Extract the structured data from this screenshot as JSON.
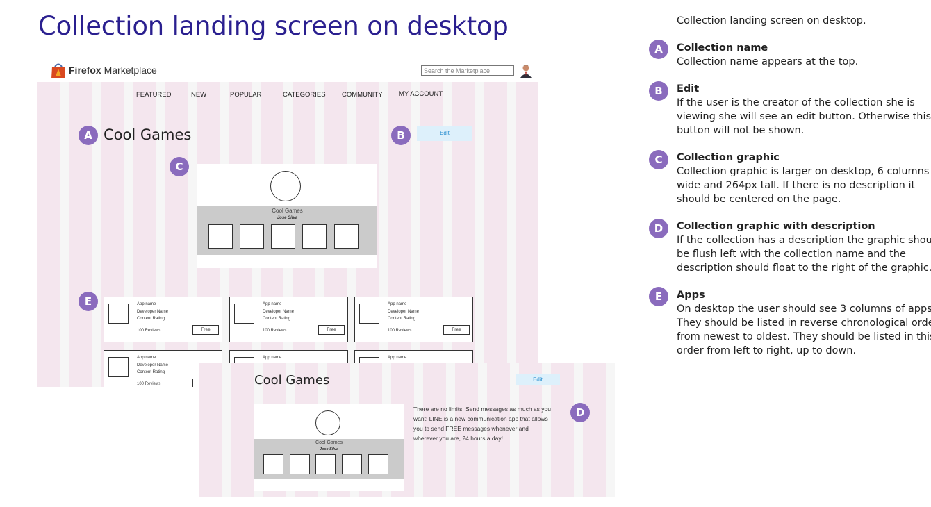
{
  "page_title": "Collection landing screen on desktop",
  "site": {
    "brand_bold": "Firefox",
    "brand_rest": " Marketplace",
    "search_placeholder": "Search the Marketplace"
  },
  "nav": [
    "FEATURED",
    "NEW",
    "POPULAR",
    "CATEGORIES",
    "COMMUNITY",
    "MY ACCOUNT"
  ],
  "collection": {
    "name": "Cool Games",
    "edit_label": "Edit",
    "graphic_title": "Cool Games",
    "graphic_author": "Jose Silva",
    "description": [
      "There are no limits! Send messages as much as you",
      "want! LINE is a new communication app that allows",
      "you to send FREE messages whenever and",
      "wherever you are, 24 hours a day!"
    ]
  },
  "app_card": {
    "name": "App name",
    "developer": "Developer Name",
    "rating": "Content Rating",
    "reviews": "100 Reviews",
    "price": "Free"
  },
  "badges": {
    "a": "A",
    "b": "B",
    "c": "C",
    "d": "D",
    "e": "E"
  },
  "notes": {
    "intro": "Collection landing screen on desktop.",
    "items": [
      {
        "letter": "A",
        "heading": "Collection name",
        "lines": [
          "Collection name appears at the top."
        ]
      },
      {
        "letter": "B",
        "heading": "Edit",
        "lines": [
          "If the user is the creator of the collection she is",
          "viewing she will see an edit button. Otherwise this",
          "button will not be shown."
        ]
      },
      {
        "letter": "C",
        "heading": "Collection graphic",
        "lines": [
          "Collection graphic is larger on desktop, 6 columns",
          "wide and 264px tall. If there is no description it",
          "should be centered on the page."
        ]
      },
      {
        "letter": "D",
        "heading": "Collection graphic with description",
        "lines": [
          "If the collection has a description the graphic should",
          "be flush left with the collection name and the",
          "description should float to the right of the graphic."
        ]
      },
      {
        "letter": "E",
        "heading": "Apps",
        "lines": [
          "On desktop the user should see 3 columns of apps.",
          "They should be listed in reverse chronological order",
          "from newest to oldest. They should be listed in this",
          "order from left to right, up to down."
        ]
      }
    ]
  },
  "colors": {
    "title": "#2a1f8f",
    "badge": "#8a6bbd",
    "grid_column": "#f4e6ee",
    "edit_bg": "#ddf0fb"
  }
}
